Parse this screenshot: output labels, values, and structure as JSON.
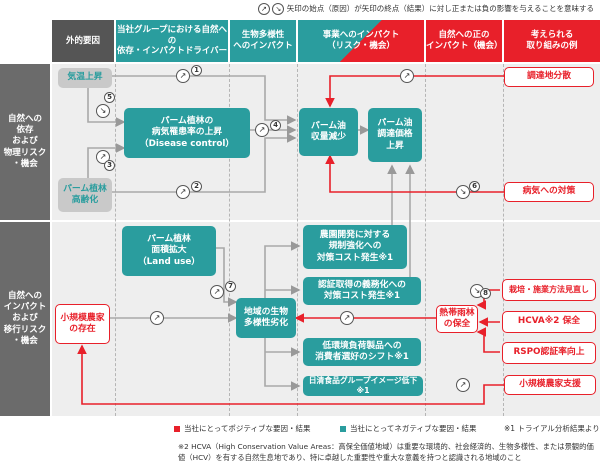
{
  "top_note": "矢印の始点（原因）が矢印の終点（結果）に対し正または負の影響を与えることを意味する",
  "headers": {
    "external": "外的要因",
    "dependency": "当社グループにおける自然への\n依存・インパクトドライバー",
    "biodiversity": "生物多様性\nへのインパクト",
    "business": "事業へのインパクト\n（リスク・機会）",
    "positive": "自然への正の\nインパクト（機会）",
    "actions": "考えられる\n取り組みの例"
  },
  "rows": {
    "row1": "自然への\n依存\nおよび\n物理リスク\n・機会",
    "row2": "自然への\nインパクト\nおよび\n移行リスク\n・機会"
  },
  "boxes": {
    "temp_rise": "気温上昇",
    "palm_aging": "パーム植林\n高齢化",
    "disease_rate": "パーム植林の\n病気罹患率の上昇\n（Disease control）",
    "yield_down": "パーム油\n収量減少",
    "price_up": "パーム油\n調達価格\n上昇",
    "diversify": "調達地分散",
    "disease_measures": "病気への対策",
    "area_expand": "パーム植林\n面積拡大\n（Land use）",
    "smallholder": "小規模農家\nの存在",
    "biodiv_loss": "地域の生物\n多様性劣化",
    "regulation": "農園開発に対する\n規制強化への\n対策コスト発生※1",
    "cert_cost": "認証取得の義務化への\n対策コスト発生※1",
    "consumer_shift": "低環境負荷製品への\n消費者選好のシフト※1",
    "brand_down": "日清食品グループイメージ低下※1",
    "hcv": "熱帯雨林\nの保全",
    "cultivation": "栽培・施業方法見直し",
    "hcva": "HCVA※2 保全",
    "rspo": "RSPO認証率向上",
    "smallholder_support": "小規模農家支援"
  },
  "badges": [
    "5",
    "1",
    "3",
    "2",
    "4",
    "6",
    "7",
    "8"
  ],
  "legend": {
    "positive": "当社にとってポジティブな要因・結果",
    "negative": "当社にとってネガティブな要因・結果",
    "note1": "※1 トライアル分析結果より"
  },
  "footnote": "※2 HCVA（High Conservation Value Areas：高保全価値地域）は重要な環境的、社会経済的、生物多様性、または景観的価値（HCV）を有する自然生息地であり、特に卓越した重要性や重大な意義を持つと認識される地域のこと",
  "colors": {
    "teal": "#2a9d9e",
    "red": "#e8202a",
    "gray_header": "#6b6b6b",
    "dark_header": "#333333",
    "red_header": "#e8202a"
  }
}
